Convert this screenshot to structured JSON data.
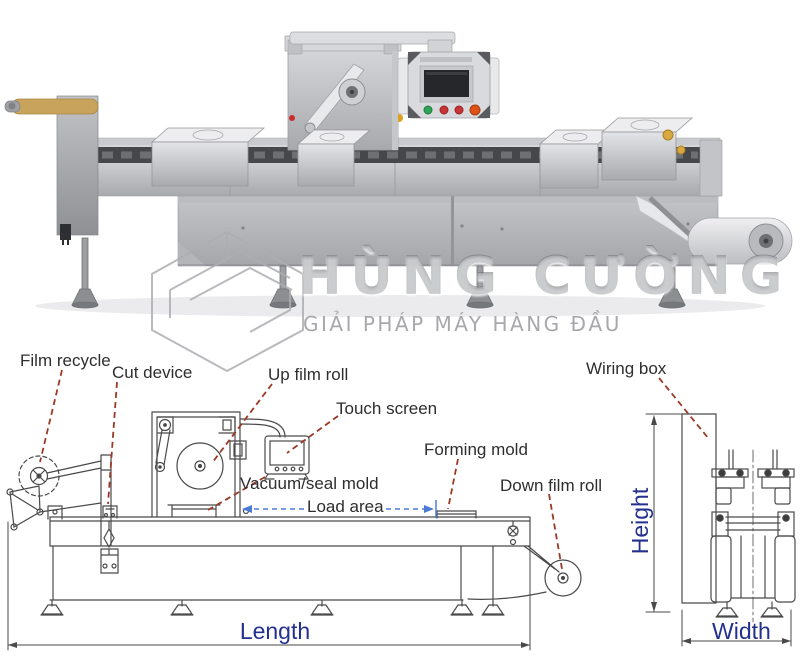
{
  "watermark": {
    "brand": "HÙNG CƯỜNG",
    "tagline": "GIẢI PHÁP MÁY HÀNG ĐẦU"
  },
  "diagram": {
    "labels": {
      "film_recycle": "Film recycle",
      "cut_device": "Cut device",
      "up_film_roll": "Up film roll",
      "touch_screen": "Touch screen",
      "vacuum_seal_mold": "Vacuum/seal mold",
      "load_area": "Load area",
      "forming_mold": "Forming mold",
      "down_film_roll": "Down film roll",
      "wiring_box": "Wiring box"
    },
    "dimensions": {
      "length": "Length",
      "height": "Height",
      "width": "Width"
    },
    "colors": {
      "leader_line": "#9a3a26",
      "dimension_text": "#24308f",
      "load_area_arrow": "#4a7cd6",
      "drawing_line": "#4a4a4a",
      "label_text": "#2e2e2e"
    }
  }
}
